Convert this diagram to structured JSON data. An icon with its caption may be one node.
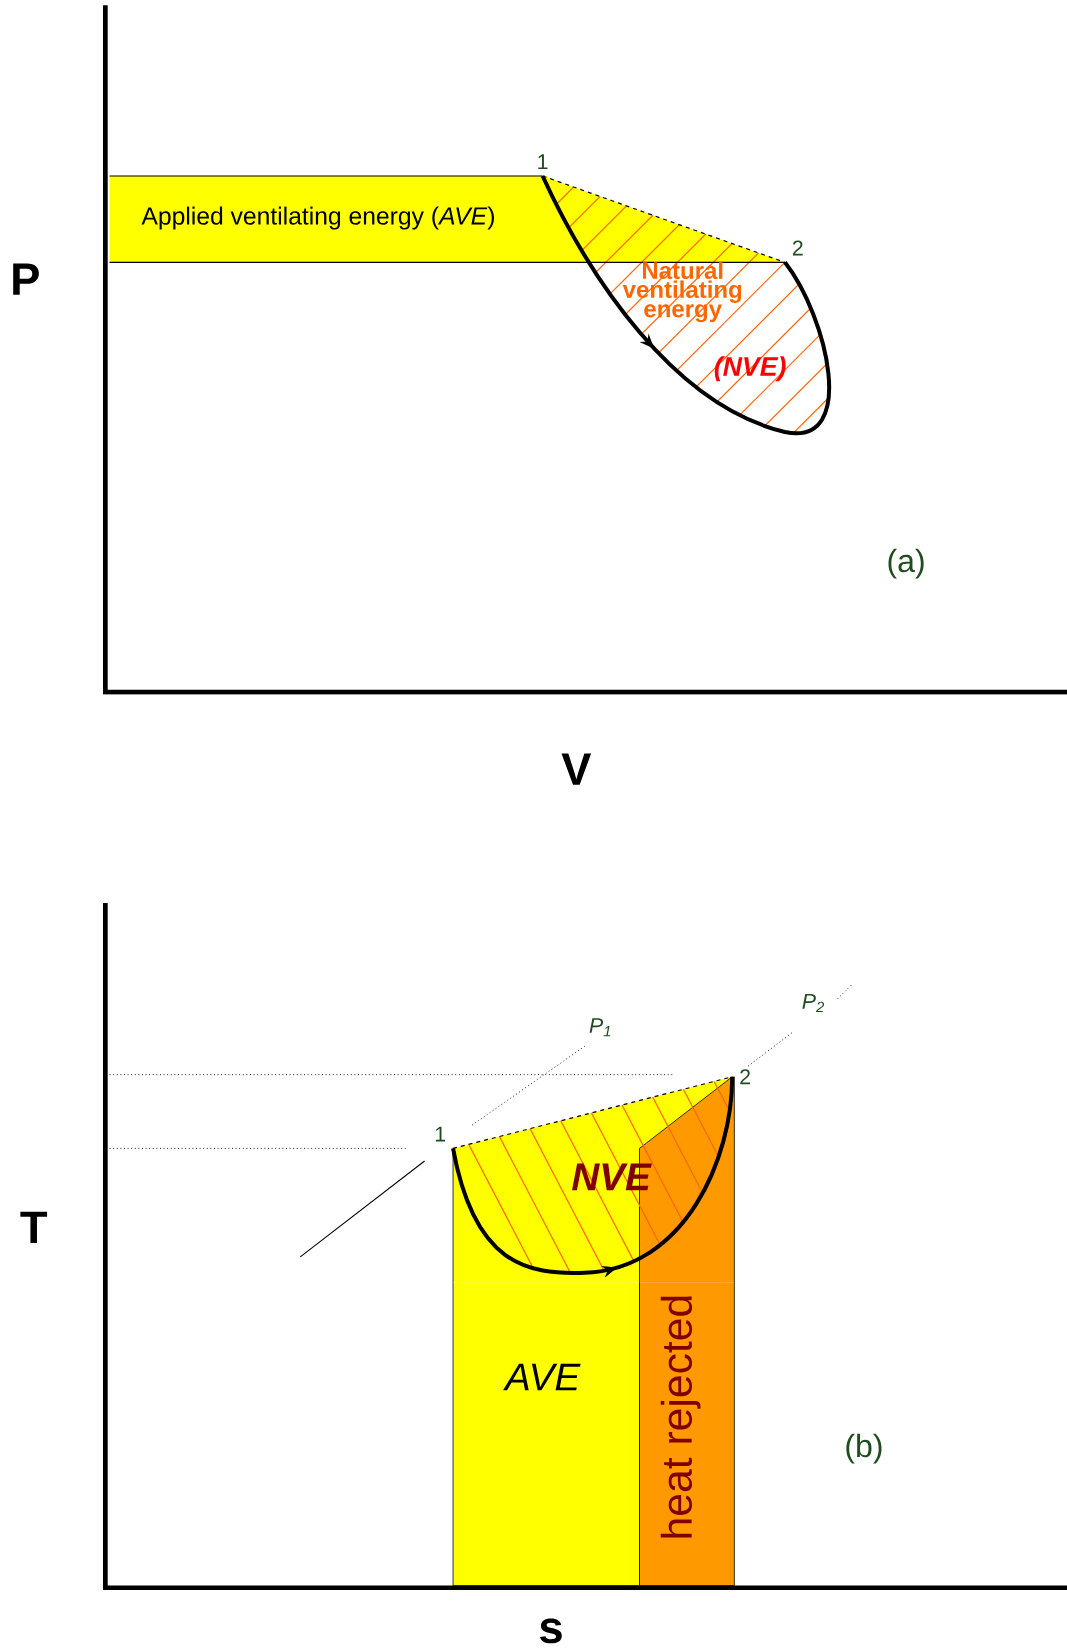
{
  "diagram": {
    "nodes": [
      {
        "text": [
          "1"
        ]
      },
      {
        "text": [
          "Applied ventilating energy (*AVE*)"
        ]
      },
      {
        "text": [
          "2"
        ]
      },
      {
        "text": [
          "1"
        ]
      },
      {
        "text": [
          "2"
        ]
      },
      {
        "text": [
          "AVE"
        ]
      },
      {
        "text": [
          "heat rejected"
        ]
      }
    ],
    "edges": [
      {
        "from": 0,
        "to": 2,
        "arrow": "to",
        "style": "thick"
      },
      {
        "from": 0,
        "to": 2,
        "arrow": "none",
        "style": "dashed"
      },
      {
        "from": 3,
        "to": 4,
        "arrow": "to",
        "style": "thick"
      },
      {
        "from": 3,
        "to": 4,
        "arrow": "none",
        "style": "dashed"
      }
    ],
    "labels": [
      "Natural ventilating energy",
      "P",
      "(NVE)",
      "(a)",
      "V",
      "P$_{2}$",
      "P$_{1}$",
      "NVE",
      "T",
      "(b)",
      "s"
    ]
  }
}
